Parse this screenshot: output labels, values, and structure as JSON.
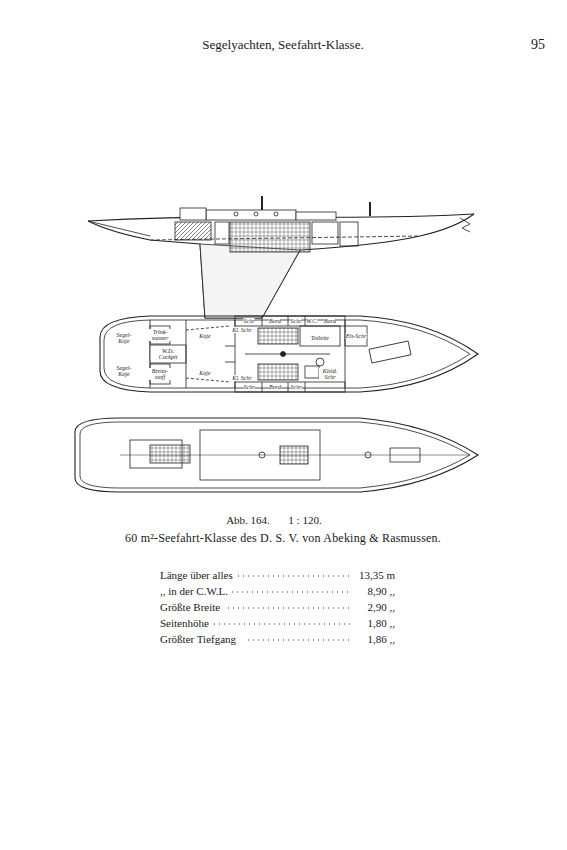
{
  "diagram": {
    "caption": "60 m²-Seefahrt-Klasse des D. S. V. von Abeking & Rasmussen.",
    "labels": [
      "Segelyachten, Seefahrt-Klasse.",
      "95",
      "Segel-Koje",
      "Segel-Koje",
      "Trink-wasser",
      "W.D. Cockpit",
      "Brenn-stoff",
      "Koje",
      "Koje",
      "Kl. Schr",
      "Schr",
      "Bord",
      "Schr",
      "W.C.",
      "Bord",
      "Toilette",
      "Eis-Schr",
      "Kl. Schr",
      "Schr",
      "Bord",
      "Schr",
      "Kleid. Schr",
      "Abb. 164.",
      "1 : 120.",
      "Länge über alles",
      "13,35 m",
      ",, in der C.W.L.",
      "8,90 ,,",
      "Größte Breite",
      "2,90 ,,",
      "Seitenhöhe",
      "1,80 ,,",
      "Größter Tiefgang",
      "1,86 ,,"
    ]
  }
}
